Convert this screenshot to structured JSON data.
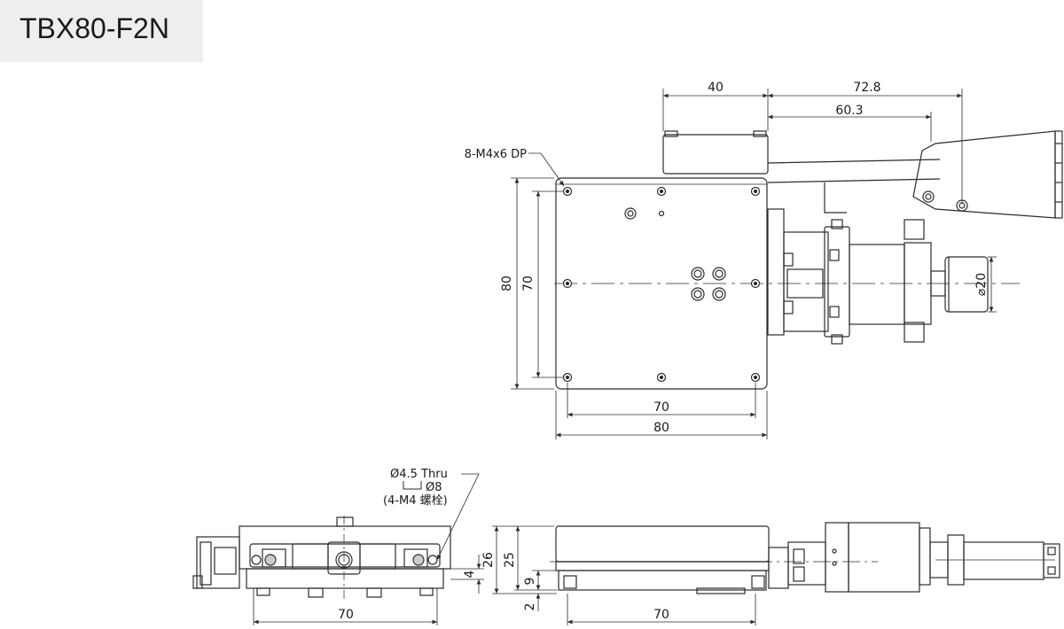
{
  "title": "TBX80-F2N",
  "colors": {
    "line": "#2b2b2b",
    "fill_dark": "#555555",
    "fill_light": "#f2f2f2",
    "title_bg": "#eeeeee"
  },
  "top_view": {
    "dims": {
      "motor_len": "40",
      "total_len": "72.8",
      "knob_offset": "60.3",
      "outer_h": "80",
      "inner_h": "70",
      "inner_w": "70",
      "outer_w": "80",
      "dia": "⌀20"
    },
    "hole_note": "8-M4x6 DP"
  },
  "side_view": {
    "callout": {
      "line1": "Ø4.5 Thru",
      "line2": "Ø8",
      "line3": "(4-M4 螺栓)"
    },
    "dims": {
      "left_w": "70",
      "h4": "4"
    }
  },
  "front_view": {
    "dims": {
      "h26": "26",
      "h25": "25",
      "h9": "9",
      "h2": "2",
      "w70": "70"
    }
  }
}
